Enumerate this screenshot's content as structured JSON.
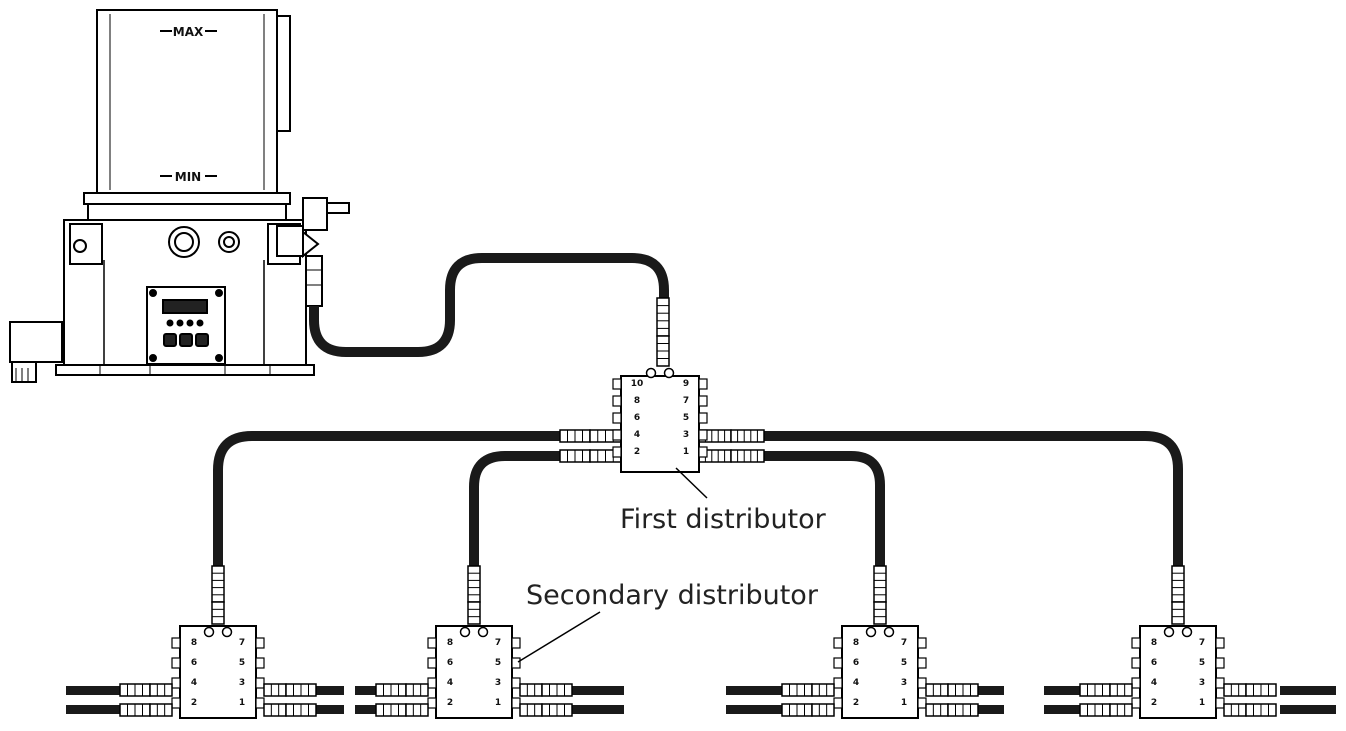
{
  "pump": {
    "max_label": "MAX",
    "min_label": "MIN"
  },
  "labels": {
    "first_distributor": "First distributor",
    "secondary_distributor": "Secondary distributor"
  },
  "first_distributor_ports": {
    "left": [
      "10",
      "8",
      "6",
      "4",
      "2"
    ],
    "right": [
      "9",
      "7",
      "5",
      "3",
      "1"
    ]
  },
  "secondary_distributor_ports": {
    "left": [
      "8",
      "6",
      "4",
      "2"
    ],
    "right": [
      "7",
      "5",
      "3",
      "1"
    ]
  },
  "colors": {
    "line": "#000000",
    "pipe": "#1a1a1a",
    "background": "#ffffff"
  }
}
